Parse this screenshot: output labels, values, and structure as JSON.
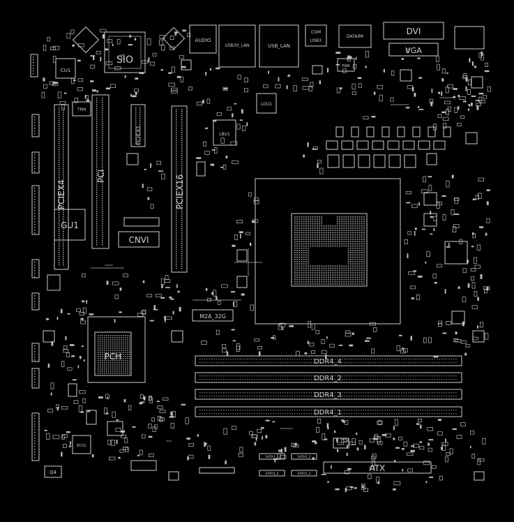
{
  "title": "",
  "components": {
    "sio": "SIO",
    "cu1": "CU1",
    "tpm": "TPM",
    "pciex4": "PCIEX4",
    "pci": "PCI",
    "pciex1": "PCIEX1",
    "pciex16": "PCIEX16",
    "gu1": "GU1",
    "cnvi": "CNVI",
    "audio": "AUDIO",
    "usb30_lan": "USB30_LAN",
    "usb_lan": "USB_LAN",
    "com": "COM",
    "usb3": "USB3",
    "dataimi": "DATAIMI",
    "dvi": "DVI",
    "vga": "VGA",
    "lbu1": "LBU1",
    "lou1": "LOU1",
    "pwr": "PWR",
    "m2a": "M2A_32G",
    "pch": "PCH",
    "ddr4_4": "DDR4_4",
    "ddr4_2": "DDR4_2",
    "ddr4_3": "DDR4_3",
    "ddr4_1": "DDR4_1",
    "atx": "ATX",
    "sata_a": "SATA3_1",
    "sata_b": "SATA3_2",
    "sata_c": "SATA3_4",
    "sata_d": "SATA3_3",
    "q4": "Q4",
    "ecu1": "ECU1",
    "cg1": "CG1"
  },
  "colors": {
    "background": "#000000",
    "trace": "#cfcfcf"
  }
}
